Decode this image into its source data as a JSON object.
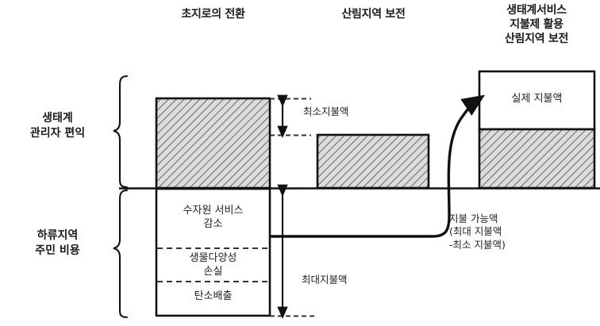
{
  "diagram": {
    "title_columns": [
      {
        "id": "col1",
        "label": "초지로의 전환"
      },
      {
        "id": "col2",
        "label": "산림지역 보전"
      },
      {
        "id": "col3",
        "label": "생태계서비스\n지불제 활용\n산림지역 보전"
      }
    ],
    "axis_labels": [
      {
        "id": "benefit",
        "label": "생태계\n관리자 편익"
      },
      {
        "id": "cost",
        "label": "하류지역\n주민 비용"
      }
    ],
    "bar_segments": {
      "col1_cost_parts": [
        "수자원 서비스\n감소",
        "생물다양성\n손실",
        "탄소배출"
      ],
      "col3_actual_payment": "실제 지불액"
    },
    "annotations": [
      {
        "id": "min-payment",
        "label": "최소지불액"
      },
      {
        "id": "max-payment",
        "label": "최대지불액"
      },
      {
        "id": "payable-amount",
        "label": "지불 가능액\n(최대 지불액\n-최소 지불액)"
      }
    ],
    "colors": {
      "stroke": "#111111",
      "hatch_fill": "#d8d8d8",
      "hatch_line": "#5a5a5a",
      "white_fill": "#ffffff",
      "dashed": "#333333"
    }
  },
  "chart_data": {
    "type": "bar",
    "title": "",
    "categories": [
      "초지로의 전환",
      "산림지역 보전",
      "생태계서비스 지불제 활용 산림지역 보전"
    ],
    "baseline_y": 237,
    "series": [
      {
        "name": "생태계 관리자 편익",
        "values": [
          113,
          67,
          147
        ]
      },
      {
        "name": "하류지역 주민 비용",
        "values": [
          161,
          0,
          0
        ]
      }
    ],
    "ylabel": "",
    "xlabel": "",
    "grid": false,
    "legend": "none"
  }
}
